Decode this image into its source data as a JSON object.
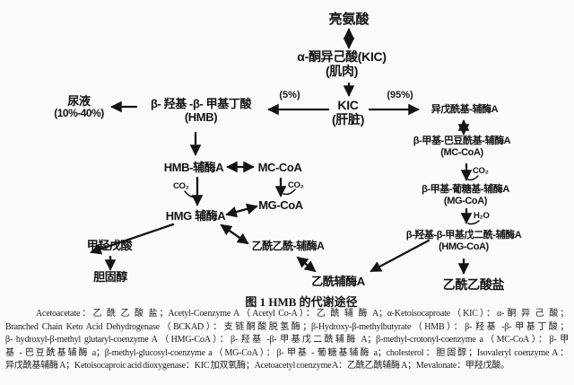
{
  "figure": {
    "caption": "图 1  HMB 的代谢途径",
    "nodes": {
      "leucine": "亮氨酸",
      "kic_muscle_l1": "α-酮异己酸(KIC)",
      "kic_muscle_l2": "(肌肉)",
      "kic_liver_l1": "KIC",
      "kic_liver_l2": "(肝脏)",
      "hmb_l1": "β- 羟基 -β- 甲基丁酸",
      "hmb_l2": "(HMB)",
      "urine_l1": "尿液",
      "urine_l2": "(10%-40%)",
      "hmb_coa": "HMB-辅酶A",
      "mc_coa_center": "MC-CoA",
      "mg_coa_center": "MG-CoA",
      "hmg_coa_center": "HMG 辅酶A",
      "mevalonate": "甲羟戊酸",
      "cholesterol": "胆固醇",
      "acetoacetyl_coa": "乙酰乙酰-辅酶A",
      "acetyl_coa": "乙酰辅酶A",
      "isovaleryl_coa": "异戊酰基-辅酶A",
      "mc_coa_right_l1": "β-甲基-巴豆酰基-辅酶A",
      "mc_coa_right_l2": "(MC-CoA)",
      "mg_coa_right_l1": "β-甲基-葡糖基-辅酶A",
      "mg_coa_right_l2": "(MG-CoA)",
      "hmg_coa_right_l1": "β-羟基-β-甲基戊二酰-辅酶A",
      "hmg_coa_right_l2": "(HMG-CoA)",
      "acetoacetate": "乙酰乙酸盐"
    },
    "labels": {
      "pct5": "(5%)",
      "pct95": "(95%)",
      "co2_left": "CO₂",
      "co2_mid": "CO₂",
      "co2_right": "CO₂",
      "h2o": "H₂O"
    },
    "legend_lines": [
      "Acetoacetate：乙 酰 乙 酸 盐；Acetyl-Coenzyme A（Acetyl Co-A）：乙 酰 辅 酶 A；α-Ketoisocaproate（KIC）：α- 酮 异 己 酸；",
      "Branched Chain Keto Acid Dehydrogenase（BCKAD）：支链酮酸脱氢酶；β-Hydroxy-β-methylbutyrate（HMB）：β- 羟基 -β- 甲基丁酸；",
      "β- hydroxyl-β-methyl glutaryl-coenzyme A（HMG-CoA）：β- 羟基 -β- 甲基戊二酰辅酶 A；β-methyl-crotonyl-coenzyme a（MC-CoA）：β- 甲",
      "基 - 巴豆酰基辅酶 a；β-methyl-glucosyl-coenzyme a（MG-CoA）：β- 甲基 - 葡糖基辅酶 a；cholesterol：胆固醇；Isovaleryl coenzyme A：",
      "异戊酰基辅酶 A；Ketoisocaproic acid dioxygenase：KIC 加双氧酶；Acetoacetyl coenzyme A：乙酰乙酰辅酶 A；Mevalonate：甲羟戊酸。"
    ],
    "colors": {
      "ink": "#141414",
      "background": "#fbfbfa"
    }
  }
}
